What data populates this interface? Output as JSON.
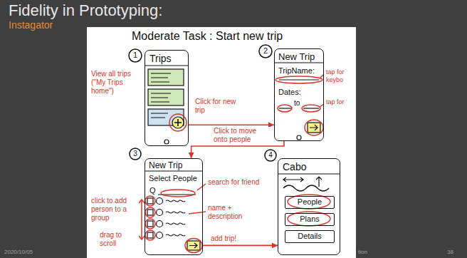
{
  "diagram": {
    "title": "Fidelity in Prototyping:",
    "nodes": [
      {
        "text": [
          "Trips"
        ]
      },
      {
        "text": [
          "New Trip",
          "TripName:",
          "Dates:",
          "to"
        ]
      },
      {
        "text": [
          "New Trip",
          "Select People",
          "Q"
        ]
      },
      {
        "text": [
          "Cabo"
        ]
      },
      {
        "text": [
          "People"
        ],
        "in": 3
      },
      {
        "text": [
          "Plans"
        ],
        "in": 3
      },
      {
        "text": [
          "Details"
        ],
        "in": 3
      }
    ],
    "edges": [
      {
        "from": 0,
        "to": 1,
        "arrow": "to",
        "label": "Click for new trip"
      },
      {
        "from": 1,
        "to": 2,
        "arrow": "to",
        "label": "Click to move onto people"
      },
      {
        "from": 2,
        "to": 3,
        "arrow": "to",
        "label": "add trip!"
      }
    ],
    "labels": [
      "Instagator",
      "Moderate Task : Start new trip",
      "1",
      "View all trips (\"My Trips home\")",
      "2",
      "tap for keybo",
      "tap for",
      "3",
      "search for friend",
      "click to add person to a group",
      "drag to scroll",
      "name + description",
      "4",
      "2020/10/05",
      "tion",
      "38"
    ]
  }
}
